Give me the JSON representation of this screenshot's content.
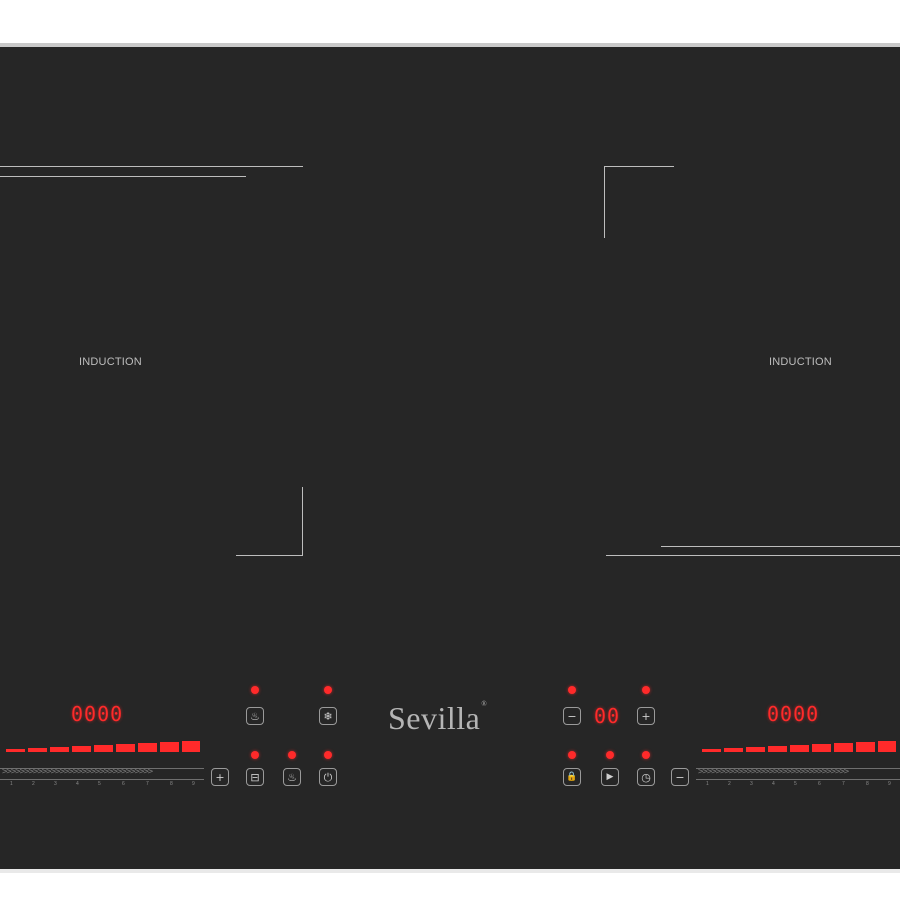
{
  "brand": {
    "name": "Sevilla",
    "registered": "®"
  },
  "zones": {
    "left_label": "INDUCTION",
    "right_label": "INDUCTION"
  },
  "left_panel": {
    "display": "0000",
    "plus_symbol": "+",
    "level_ticks": [
      "1",
      "2",
      "3",
      "4",
      "5",
      "6",
      "7",
      "8",
      "9"
    ]
  },
  "right_panel": {
    "display": "0000",
    "minus_symbol": "−",
    "level_ticks": [
      "1",
      "2",
      "3",
      "4",
      "5",
      "6",
      "7",
      "8",
      "9"
    ]
  },
  "center_controls": {
    "timer_display": "00",
    "timer_minus": "−",
    "timer_plus": "+",
    "boost_icon": "boil-icon",
    "defrost_icon": "snowflake-icon",
    "bridge_icon": "bridge-zone-icon",
    "keep_warm_icon": "keep-warm-icon",
    "power_icon": "power-icon",
    "lock_icon": "lock-icon",
    "pause_icon": "play-pause-icon",
    "clock_icon": "clock-icon",
    "boost_glyph": "♨",
    "defrost_glyph": "❄",
    "bridge_glyph": "⊟",
    "keep_warm_glyph": "♨",
    "power_glyph": "⏻",
    "lock_glyph": "🔒",
    "pause_glyph": "▶",
    "clock_glyph": "◷"
  },
  "colors": {
    "glass": "#262626",
    "led": "#ff2a2a",
    "print": "#bdbdbd"
  }
}
